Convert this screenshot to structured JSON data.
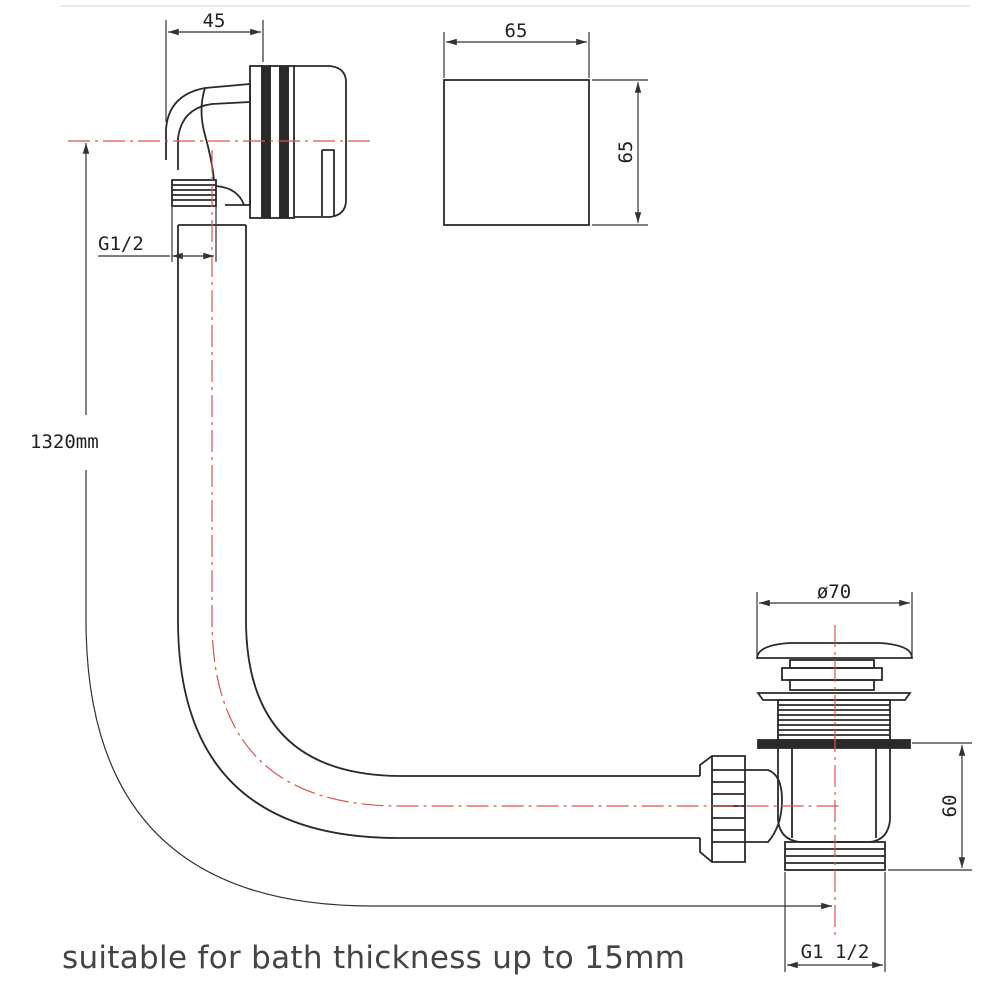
{
  "diagram": {
    "dimensions": {
      "overflow_depth": "45",
      "cover_width": "65",
      "cover_height": "65",
      "inlet_thread": "G1/2",
      "pipe_length": "1320mm",
      "waste_diameter": "ø70",
      "waste_height": "60",
      "outlet_thread": "G1 1/2"
    },
    "caption": "suitable for bath thickness up to 15mm",
    "colors": {
      "line": "#2a2a2a",
      "centerline": "#d9534f",
      "dimension": "#333333"
    }
  }
}
